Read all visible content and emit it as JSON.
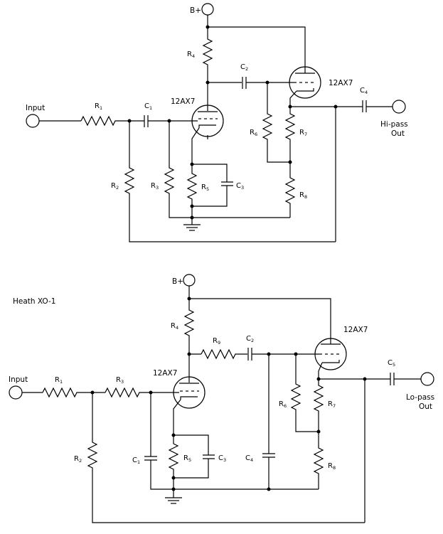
{
  "top": {
    "supply": "B+",
    "tube1": "12AX7",
    "tube2": "12AX7",
    "input": "Input",
    "output_line1": "Hi-pass",
    "output_line2": "Out",
    "R1": {
      "name": "R",
      "sub": "1"
    },
    "R2": {
      "name": "R",
      "sub": "2"
    },
    "R3": {
      "name": "R",
      "sub": "3"
    },
    "R4": {
      "name": "R",
      "sub": "4"
    },
    "R5": {
      "name": "R",
      "sub": "5"
    },
    "R6": {
      "name": "R",
      "sub": "6"
    },
    "R7": {
      "name": "R",
      "sub": "7"
    },
    "R8": {
      "name": "R",
      "sub": "8"
    },
    "C1": {
      "name": "C",
      "sub": "1"
    },
    "C2": {
      "name": "C",
      "sub": "2"
    },
    "C3": {
      "name": "C",
      "sub": "3"
    },
    "C4": {
      "name": "C",
      "sub": "4"
    }
  },
  "bottom": {
    "caption": "Heath XO-1",
    "supply": "B+",
    "tube1": "12AX7",
    "tube2": "12AX7",
    "input": "Input",
    "output_line1": "Lo-pass",
    "output_line2": "Out",
    "R1": {
      "name": "R",
      "sub": "1"
    },
    "R2": {
      "name": "R",
      "sub": "2"
    },
    "R3": {
      "name": "R",
      "sub": "3"
    },
    "R4": {
      "name": "R",
      "sub": "4"
    },
    "R5": {
      "name": "R",
      "sub": "5"
    },
    "R6": {
      "name": "R",
      "sub": "6"
    },
    "R7": {
      "name": "R",
      "sub": "7"
    },
    "R8": {
      "name": "R",
      "sub": "8"
    },
    "R9": {
      "name": "R",
      "sub": "9"
    },
    "C1": {
      "name": "C",
      "sub": "1"
    },
    "C2": {
      "name": "C",
      "sub": "2"
    },
    "C3": {
      "name": "C",
      "sub": "3"
    },
    "C4": {
      "name": "C",
      "sub": "4"
    },
    "C5": {
      "name": "C",
      "sub": "5"
    }
  }
}
